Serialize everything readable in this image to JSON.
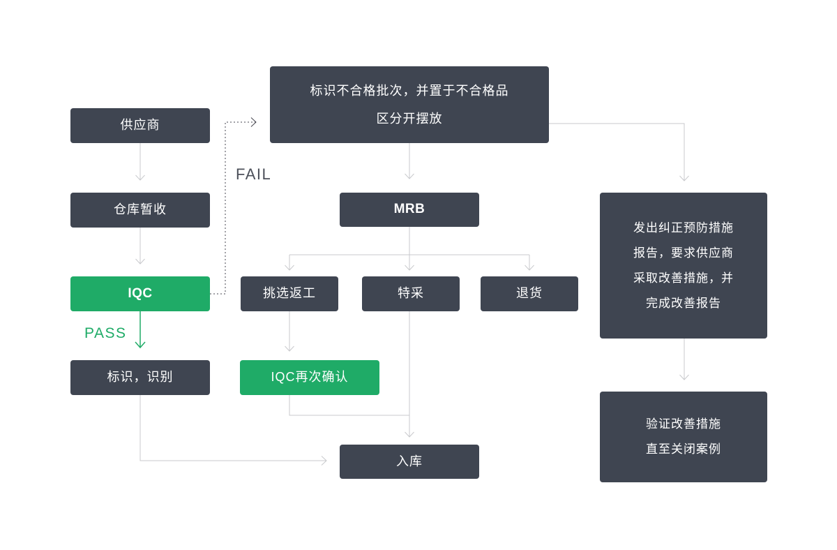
{
  "diagram": {
    "nodes": {
      "supplier": {
        "label": "供应商"
      },
      "warehouse_hold": {
        "label": "仓库暂收"
      },
      "iqc": {
        "label": "IQC"
      },
      "mark_identify": {
        "label": "标识，识别"
      },
      "nonconforming_batch": {
        "lines": [
          "标识不合格批次，并置于不合格品",
          "区分开摆放"
        ]
      },
      "mrb": {
        "label": "MRB"
      },
      "sort_rework": {
        "label": "挑选返工"
      },
      "special_acceptance": {
        "label": "特采"
      },
      "return_goods": {
        "label": "退货"
      },
      "iqc_recheck": {
        "label": "IQC再次确认"
      },
      "stock_in": {
        "label": "入库"
      },
      "capa_report": {
        "lines": [
          "发出纠正预防措施",
          "报告，要求供应商",
          "采取改善措施，并",
          "完成改善报告"
        ]
      },
      "verify_close": {
        "lines": [
          "验证改善措施",
          "直至关闭案例"
        ]
      }
    },
    "edge_labels": {
      "pass": "PASS",
      "fail": "FAIL"
    },
    "colors": {
      "background": "#FFFFFF",
      "node_dark": "#3F4551",
      "node_green": "#1FAB67",
      "node_text": "#FFFFFF",
      "connector_gray": "#C8C9CC",
      "connector_dark": "#46464F",
      "pass_text": "#1FAB67",
      "fail_text": "#4C505A"
    }
  }
}
